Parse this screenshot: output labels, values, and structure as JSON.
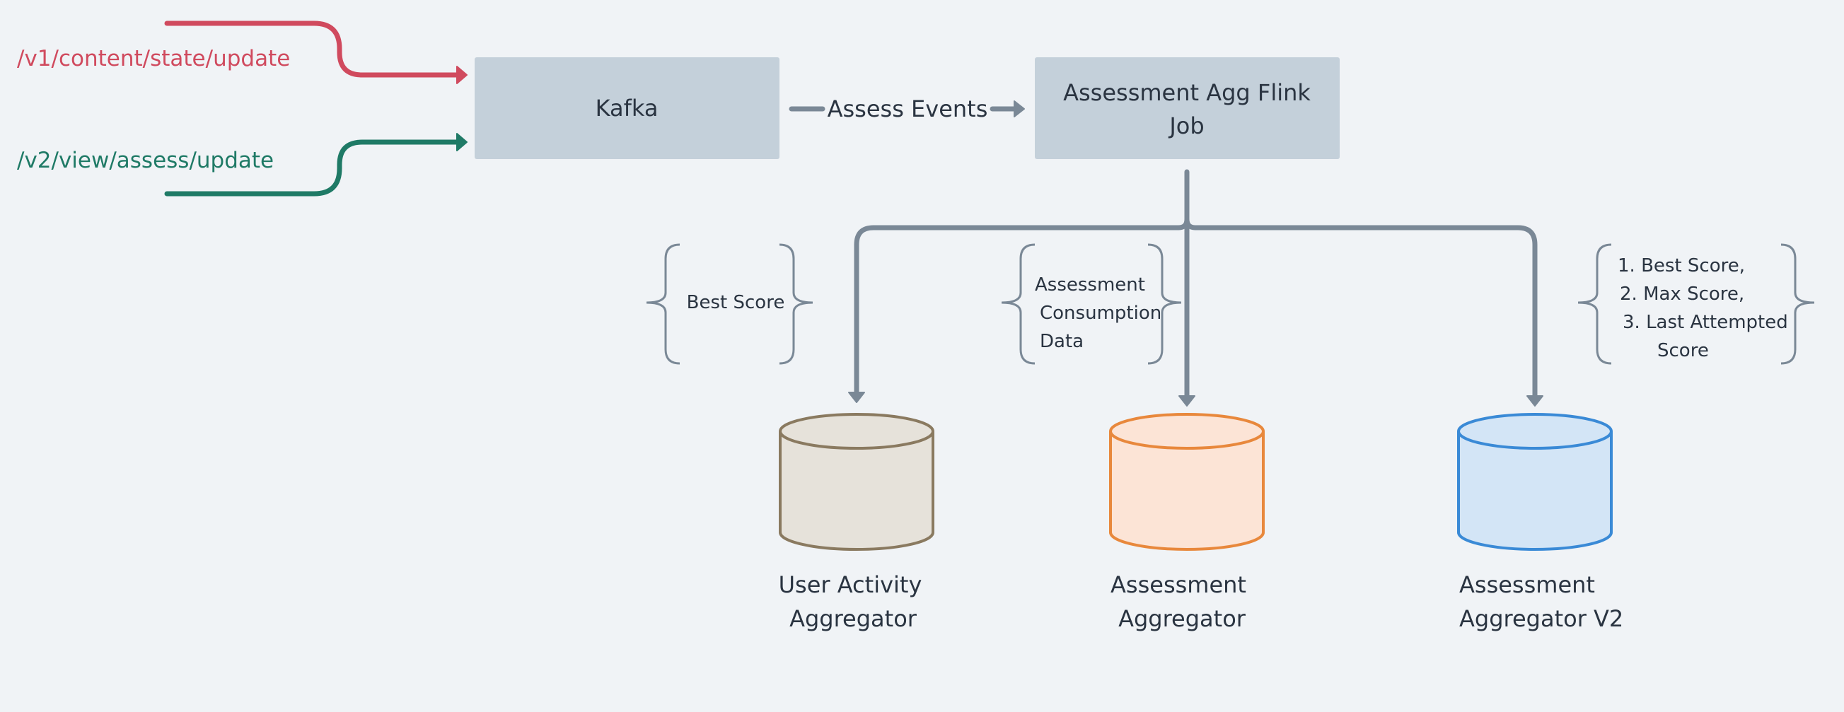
{
  "routes": {
    "v1": "/v1/content/state/update",
    "v2": "/v2/view/assess/update"
  },
  "nodes": {
    "kafka": "Kafka",
    "flink_line1": "Assessment Agg Flink",
    "flink_line2": "Job"
  },
  "edges": {
    "assess_events": "Assess Events"
  },
  "notes": {
    "best_score": "Best Score",
    "consumption_line1": "Assessment",
    "consumption_line2": "Consumption",
    "consumption_line3": "Data",
    "v2_line1": "1. Best Score,",
    "v2_line2": "2. Max Score,",
    "v2_line3": "3. Last Attempted",
    "v2_line4": "Score"
  },
  "stores": {
    "user_activity_line1": "User Activity",
    "user_activity_line2": "Aggregator",
    "assessment_line1": "Assessment",
    "assessment_line2": "Aggregator",
    "assessment_v2_line1": "Assessment",
    "assessment_v2_line2": "Aggregator V2"
  },
  "colors": {
    "background": "#f0f3f6",
    "box_fill": "#c4d0da",
    "connector": "#7a8896",
    "route_v1": "#d04a5e",
    "route_v2": "#1f7a66",
    "store_user_activity_fill": "#e6e2da",
    "store_user_activity_stroke": "#8a7a60",
    "store_assessment_fill": "#fce4d6",
    "store_assessment_stroke": "#e8883c",
    "store_assessment_v2_fill": "#d3e5f6",
    "store_assessment_v2_stroke": "#3a8ad6"
  }
}
